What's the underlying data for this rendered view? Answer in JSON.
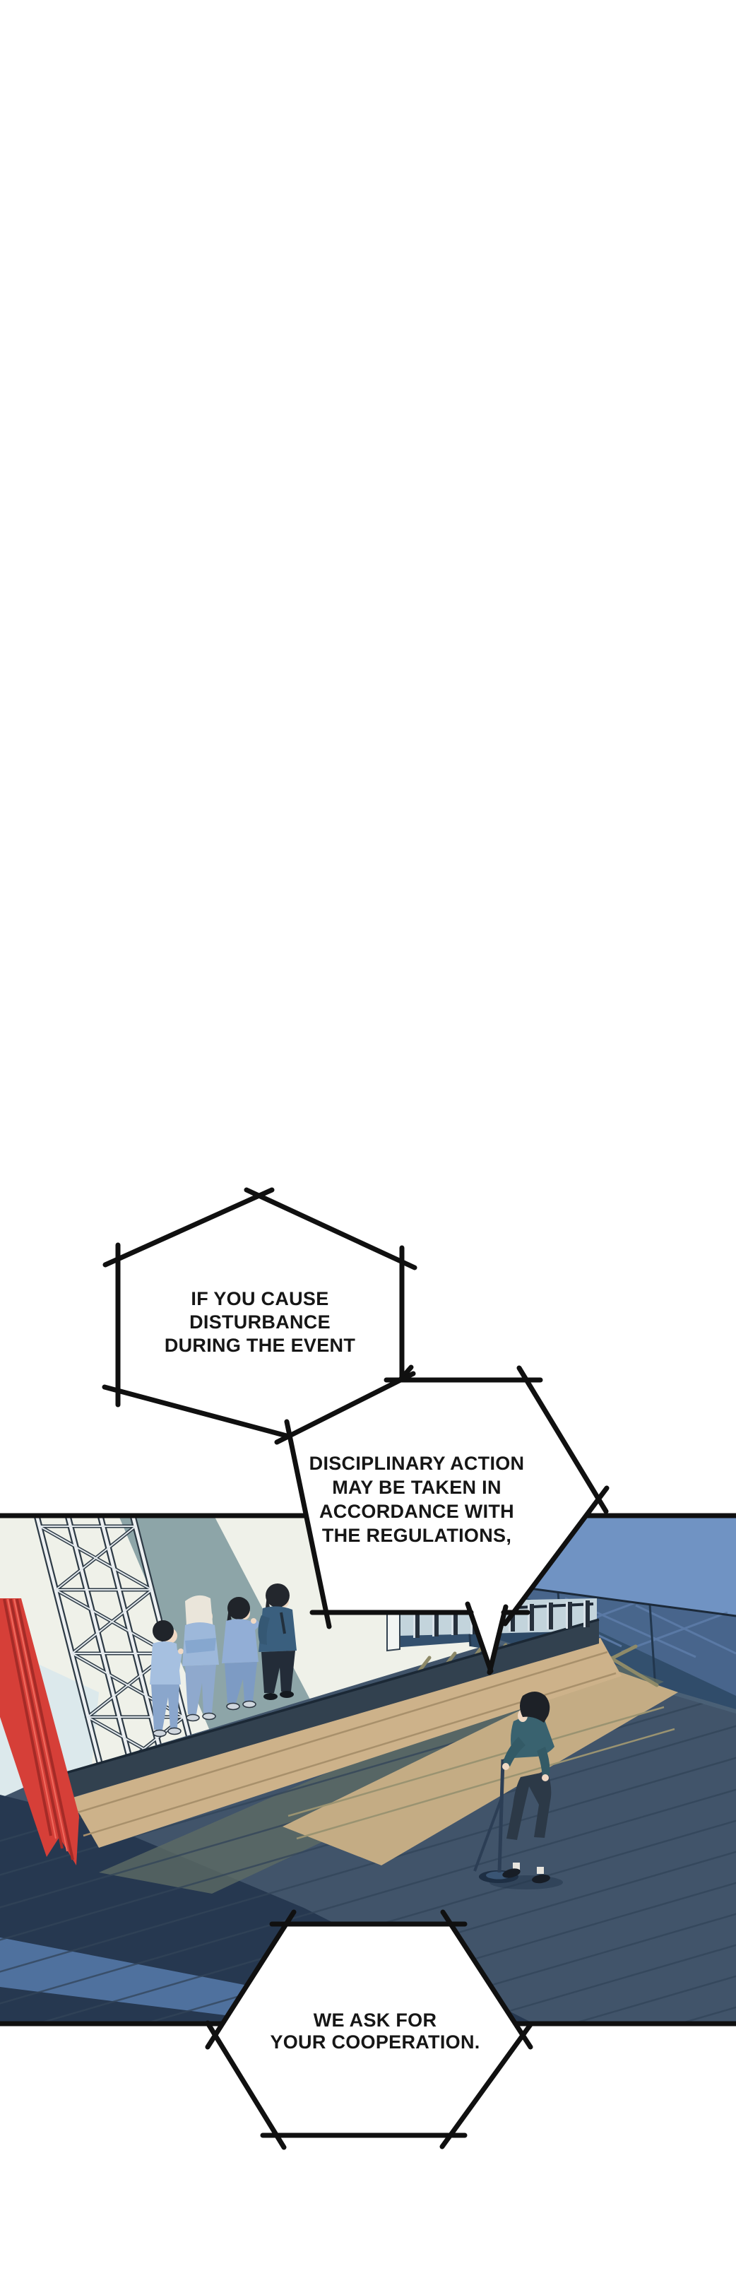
{
  "bubbles": {
    "b1": {
      "lines": [
        "IF YOU CAUSE",
        "DISTURBANCE",
        "DURING THE EVENT"
      ]
    },
    "b2": {
      "lines": [
        "DISCIPLINARY ACTION",
        "MAY BE TAKEN IN",
        "ACCORDANCE WITH",
        "THE REGULATIONS,"
      ]
    },
    "b3": {
      "lines": [
        "WE ASK FOR",
        "YOUR COOPERATION."
      ]
    }
  },
  "palette": {
    "ink": "#111111",
    "backstage_cream": "#eff1e9",
    "shadow_teal": "#8da5a8",
    "sky_blue": "#7093c3",
    "wall_blue": "#33506e",
    "floor_slate": "#41546a",
    "floor_navy": "#263850",
    "edge_band_blue": "#4f719e",
    "ramp_tan": "#cdb28a",
    "lit_tan": "#c4ac84",
    "curtain_red": "#d63f38",
    "scrub_blue": "#9db8da",
    "staff_dark_shirt": "#3a5f7e",
    "performer_shirt": "#39626f"
  }
}
